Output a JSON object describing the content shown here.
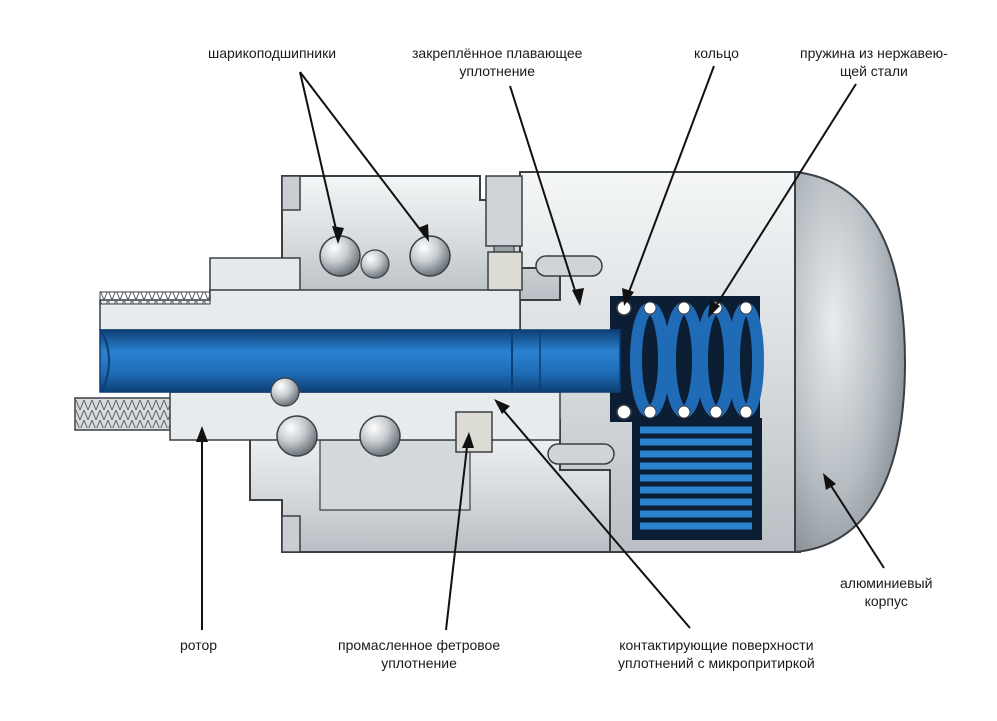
{
  "labels": {
    "ball_bearings": "шарикоподшипники",
    "floating_seal": [
      "закреплённое плавающее",
      "уплотнение"
    ],
    "ring": "кольцо",
    "spring": [
      "пружина из нержавею-",
      "щей стали"
    ],
    "housing": [
      "алюминиевый",
      "корпус"
    ],
    "rotor": "ротор",
    "felt_seal": [
      "промасленное фетровое",
      "уплотнение"
    ],
    "contact_surfaces": [
      "контактирующие поверхности",
      "уплотнений с микропритиркой"
    ]
  },
  "colors": {
    "blue": "#1f6bb5",
    "blue_dark": "#0d3f75",
    "metal": "#dfe3e6",
    "metal_dark": "#8c949a",
    "outline": "#3a3f44"
  }
}
